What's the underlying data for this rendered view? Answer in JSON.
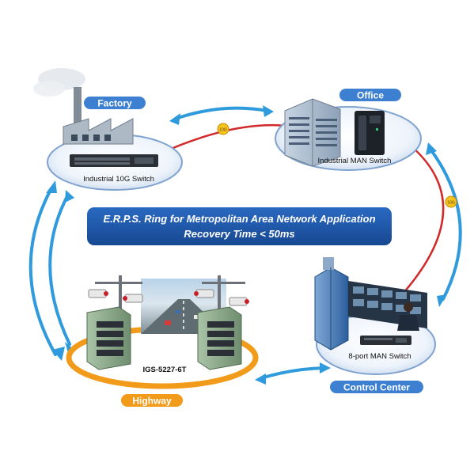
{
  "title": {
    "line1": "E.R.P.S. Ring for Metropolitan Area Network Application",
    "line2": "Recovery Time < 50ms"
  },
  "sites": {
    "factory": {
      "label": "Factory",
      "device": "Industrial 10G Switch"
    },
    "office": {
      "label": "Office",
      "device": "Industrial MAN Switch"
    },
    "control_center": {
      "label": "Control Center",
      "device": "8-port MAN Switch"
    },
    "highway": {
      "label": "Highway",
      "device": "IGS-5227-6T"
    }
  },
  "links": {
    "factory_office": "10G",
    "office_control": "10G"
  },
  "colors": {
    "ring_red": "#d22a2a",
    "arrow_blue": "#2f9bdc",
    "badge_blue": "#3d7fd1",
    "title_bg": "#1f56a8",
    "highway_orange": "#f29a1a",
    "link_badge": "#f6c21d"
  }
}
